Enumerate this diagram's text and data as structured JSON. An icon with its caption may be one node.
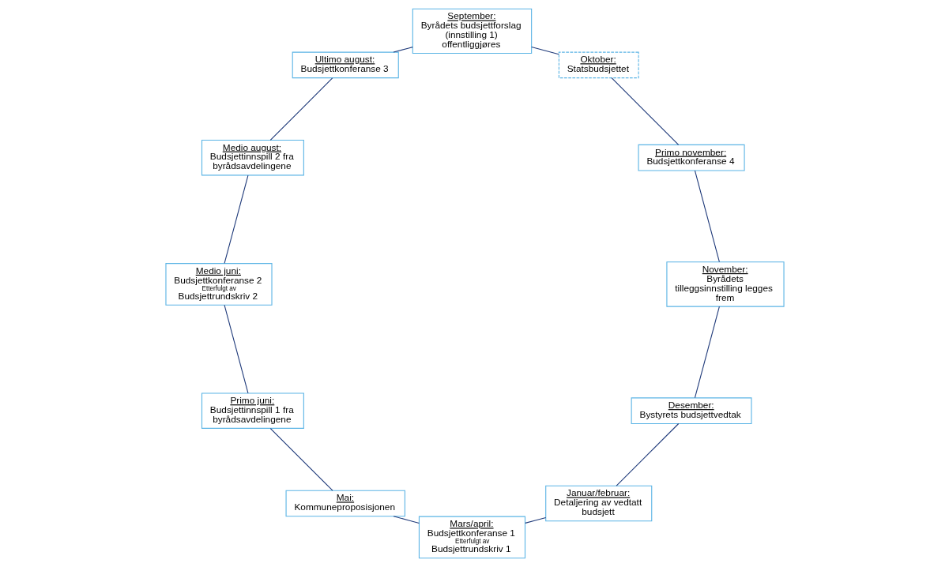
{
  "diagram": {
    "nodes": [
      {
        "text": [
          "Desember:",
          "Bystyrets budsjettvedtak"
        ]
      },
      {
        "text": [
          "Januar/februar:",
          "Detaljering av vedtatt budsjett"
        ]
      },
      {
        "text": [
          "Mars/april:",
          "Budsjettkonferanse 1",
          "Etterfulgt av",
          "Budsjettrundskriv 1"
        ]
      },
      {
        "text": [
          "Mai:",
          "Kommuneproposisjonen"
        ]
      },
      {
        "text": [
          "Primo juni:",
          "Budsjettinnspill 1 fra byrådsavdelingene"
        ]
      },
      {
        "text": [
          "Medio juni:",
          "Budsjettkonferanse 2",
          "Etterfulgt av",
          "Budsjettrundskriv 2"
        ]
      },
      {
        "text": [
          "Medio august:",
          "Budsjettinnspill 2 fra byrådsavdelingene"
        ]
      },
      {
        "text": [
          "Ultimo august:",
          "Budsjettkonferanse 3"
        ]
      },
      {
        "text": [
          "September:",
          "Byrådets budsjettforslag (innstilling 1) offentliggjøres"
        ]
      },
      {
        "text": [
          "Oktober:",
          "Statsbudsjettet"
        ]
      },
      {
        "text": [
          "Primo november:",
          "Budsjettkonferanse 4"
        ]
      },
      {
        "text": [
          "November:",
          "Byrådets tilleggsinnstilling legges frem"
        ]
      }
    ],
    "edges": [
      {
        "from": 0,
        "to": 1,
        "arrow": "none"
      },
      {
        "from": 1,
        "to": 2,
        "arrow": "none"
      },
      {
        "from": 2,
        "to": 3,
        "arrow": "none"
      },
      {
        "from": 3,
        "to": 4,
        "arrow": "none"
      },
      {
        "from": 4,
        "to": 5,
        "arrow": "none"
      },
      {
        "from": 5,
        "to": 6,
        "arrow": "none"
      },
      {
        "from": 6,
        "to": 7,
        "arrow": "none"
      },
      {
        "from": 7,
        "to": 8,
        "arrow": "none"
      },
      {
        "from": 8,
        "to": 9,
        "arrow": "none"
      },
      {
        "from": 9,
        "to": 10,
        "arrow": "none"
      },
      {
        "from": 10,
        "to": 11,
        "arrow": "none"
      },
      {
        "from": 11,
        "to": 0,
        "arrow": "none"
      }
    ]
  }
}
